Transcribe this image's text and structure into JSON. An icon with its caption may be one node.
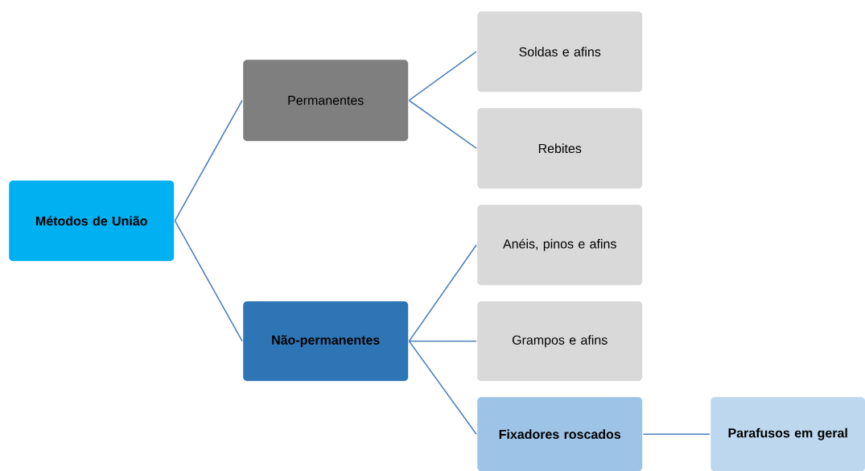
{
  "diagram": {
    "nodes": [
      {
        "text": [
          "Métodos de União"
        ]
      },
      {
        "text": [
          "Permanentes"
        ]
      },
      {
        "text": [
          "Não-permanentes"
        ]
      },
      {
        "text": [
          "Soldas e afins"
        ]
      },
      {
        "text": [
          "Rebites"
        ]
      },
      {
        "text": [
          "Anéis, pinos e afins"
        ]
      },
      {
        "text": [
          "Grampos e afins"
        ]
      },
      {
        "text": [
          "Fixadores roscados"
        ]
      },
      {
        "text": [
          "Parafusos em geral"
        ]
      }
    ],
    "edges": [
      {
        "from": 0,
        "to": 1,
        "arrow": "none"
      },
      {
        "from": 0,
        "to": 2,
        "arrow": "none"
      },
      {
        "from": 1,
        "to": 3,
        "arrow": "none"
      },
      {
        "from": 1,
        "to": 4,
        "arrow": "none"
      },
      {
        "from": 2,
        "to": 5,
        "arrow": "none"
      },
      {
        "from": 2,
        "to": 6,
        "arrow": "none"
      },
      {
        "from": 2,
        "to": 7,
        "arrow": "none"
      },
      {
        "from": 7,
        "to": 8,
        "arrow": "none"
      }
    ]
  }
}
